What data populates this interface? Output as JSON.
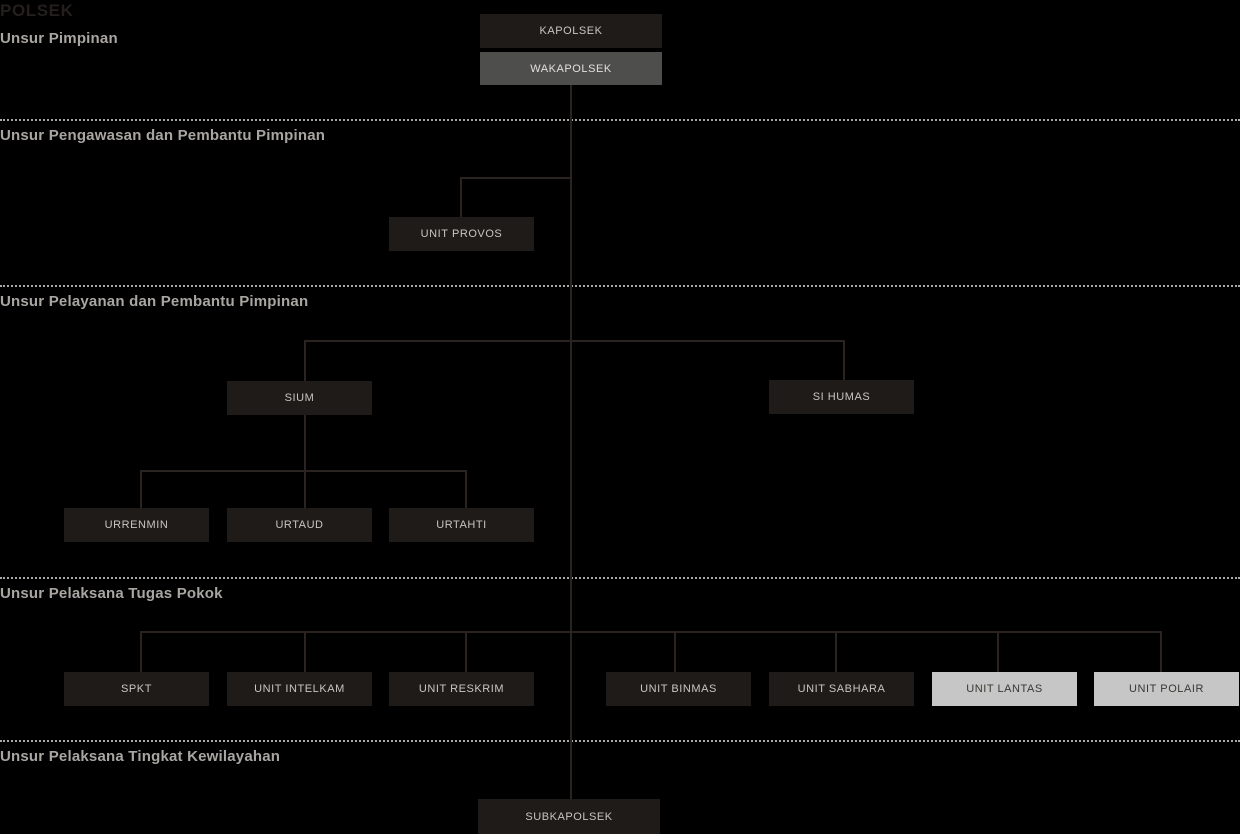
{
  "chart": {
    "title": "POLSEK",
    "background_color": "#000000",
    "node_dark_color": "#1f1b19",
    "node_mid_color": "#4e4e4c",
    "node_light_color": "#c6c6c6",
    "line_color": "#2a2320",
    "label_color": "#a9a6a2",
    "divider_color": "#a9a9a9"
  },
  "sections": [
    {
      "label": "Unsur Pimpinan"
    },
    {
      "label": "Unsur Pengawasan dan Pembantu Pimpinan"
    },
    {
      "label": "Unsur Pelayanan dan Pembantu Pimpinan"
    },
    {
      "label": "Unsur Pelaksana Tugas Pokok"
    },
    {
      "label": "Unsur Pelaksana Tingkat Kewilayahan"
    }
  ],
  "nodes": {
    "kapolsek": "KAPOLSEK",
    "wakapolsek": "WAKAPOLSEK",
    "unit_provos": "UNIT PROVOS",
    "sium": "SIUM",
    "si_humas": "SI HUMAS",
    "urrenmin": "URRENMIN",
    "urtaud": "URTAUD",
    "urtahti": "URTAHTI",
    "spkt": "SPKT",
    "unit_intelkam": "UNIT INTELKAM",
    "unit_reskrim": "UNIT RESKRIM",
    "unit_binmas": "UNIT BINMAS",
    "unit_sabhara": "UNIT SABHARA",
    "unit_lantas": "UNIT LANTAS",
    "unit_polair": "UNIT POLAIR",
    "subkapolsek": "SUBKAPOLSEK"
  }
}
